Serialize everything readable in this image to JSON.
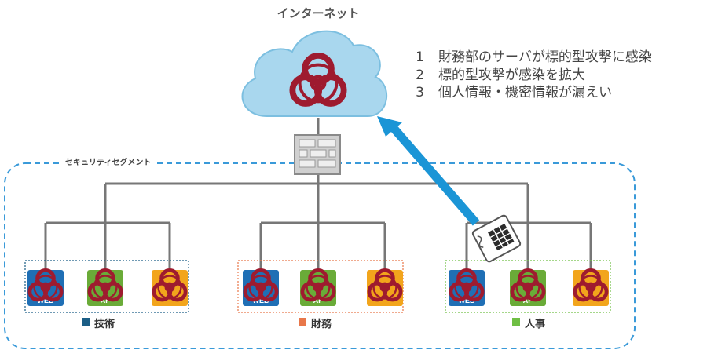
{
  "title": "インターネット",
  "notes": [
    {
      "num": "1",
      "text": "財務部のサーバが標的型攻撃に感染"
    },
    {
      "num": "2",
      "text": "標的型攻撃が感染を拡大"
    },
    {
      "num": "3",
      "text": "個人情報・機密情報が漏えい"
    }
  ],
  "segment_label": "セキュリティセグメント",
  "groups": [
    {
      "label": "技術",
      "color": "#1b5e86",
      "servers": [
        {
          "type": "web",
          "badge": "WEB",
          "infected": true
        },
        {
          "type": "app",
          "badge": "AP",
          "infected": true
        },
        {
          "type": "db",
          "badge": "",
          "infected": true
        }
      ]
    },
    {
      "label": "財務",
      "color": "#e8774a",
      "servers": [
        {
          "type": "web",
          "badge": "WEB",
          "infected": true
        },
        {
          "type": "app",
          "badge": "AP",
          "infected": true
        },
        {
          "type": "db",
          "badge": "",
          "infected": true
        }
      ]
    },
    {
      "label": "人事",
      "color": "#6fbf44",
      "servers": [
        {
          "type": "web",
          "badge": "WEB",
          "infected": true
        },
        {
          "type": "app",
          "badge": "AP",
          "infected": true
        },
        {
          "type": "db",
          "badge": "",
          "infected": true
        }
      ]
    }
  ],
  "colors": {
    "cloud": "#a9d7ee",
    "biohazard": "#9e1b2f",
    "arrow": "#1b95d6",
    "line": "#777777",
    "segment_border": "#3a9ad9",
    "web": "#1f6fb5",
    "app": "#6aab38",
    "db": "#f2a51c",
    "firewall": "#c9c9c9"
  },
  "icons": {
    "cloud": "cloud-icon",
    "firewall": "firewall-icon",
    "biohazard": "biohazard-icon",
    "document": "document-icon"
  }
}
